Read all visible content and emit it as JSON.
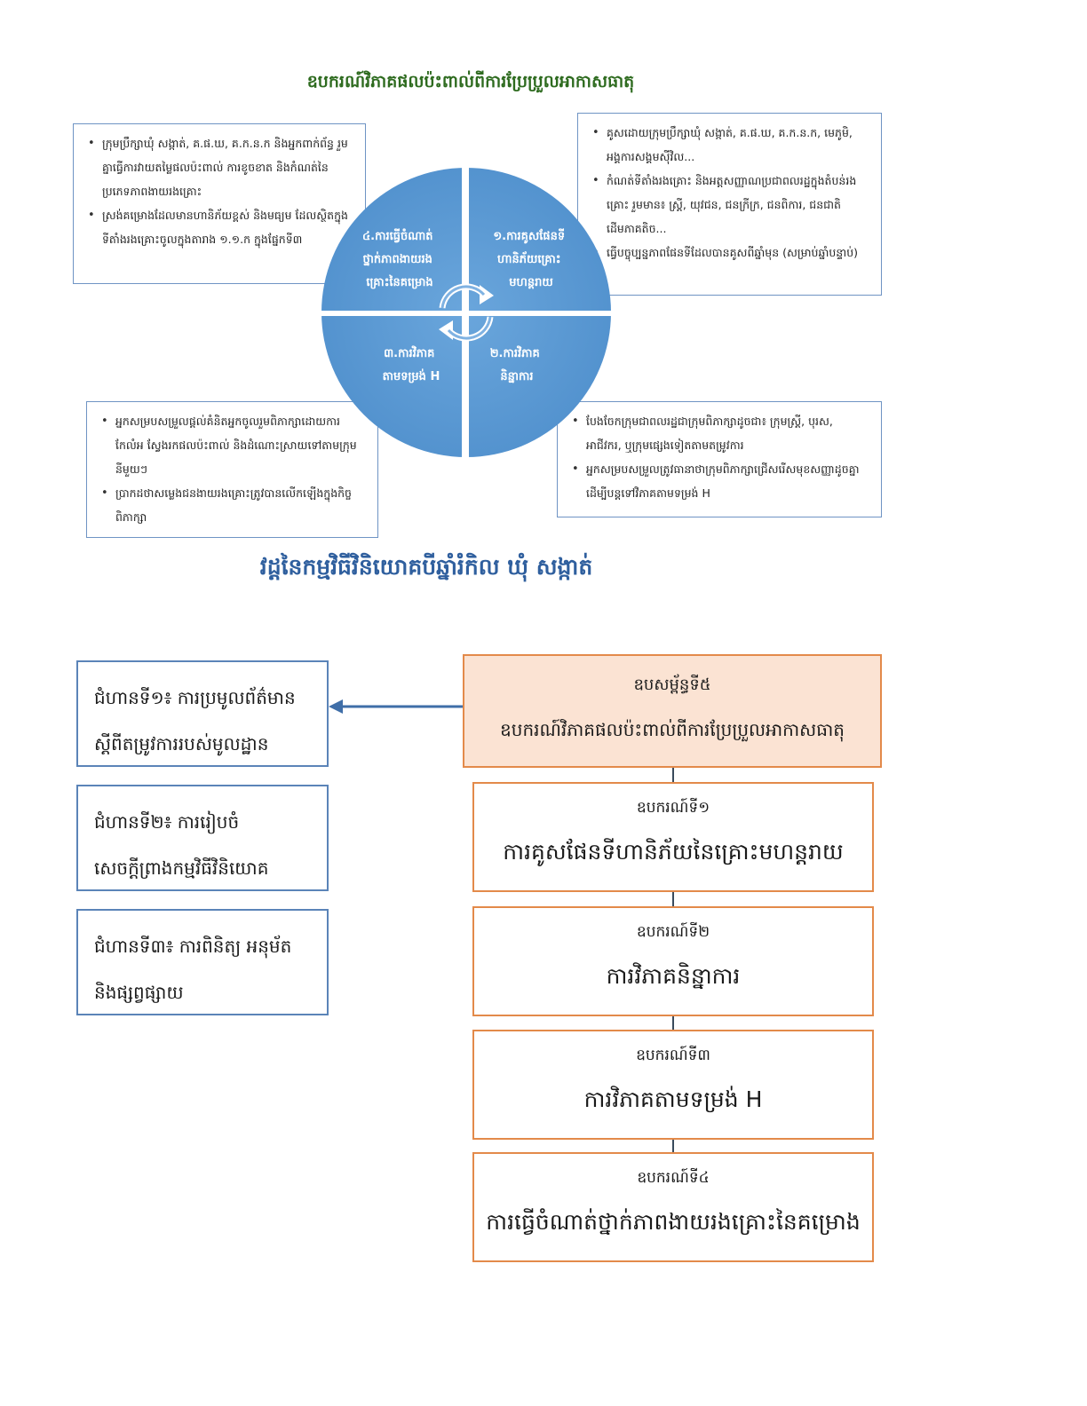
{
  "titles": {
    "cycle_title": "ឧបករណ៍វិភាគផលប៉ះពាល់ពីការប្រែប្រួលអាកាសធាតុ",
    "process_title": "វដ្តនៃកម្មវិធីវិនិយោគបីឆ្នាំរំកិល ឃុំ សង្កាត់"
  },
  "cycle": {
    "colors": {
      "fill": "#5b9bd5",
      "divider": "#ffffff"
    },
    "quadrants": [
      {
        "lines": [
          "៤.ការធ្វើចំណាត់",
          "ថ្នាក់ភាពងាយរង",
          "គ្រោះនៃគម្រោង"
        ]
      },
      {
        "lines": [
          "១.ការគូសផែនទី",
          "ហានិភ័យគ្រោះ",
          "មហន្តរាយ"
        ]
      },
      {
        "lines": [
          "៣.ការវិភាគ",
          "តាមទម្រង់ H"
        ]
      },
      {
        "lines": [
          "២.ការវិភាគ",
          "និន្នាការ"
        ]
      }
    ]
  },
  "notes": {
    "top_left": [
      "ក្រុមប្រឹក្សាឃុំ សង្កាត់, គ.ផ.ឃ, គ.ក.ន.ក និងអ្នកពាក់ព័ន្ធ រួមគ្នាធ្វើការវាយតម្លៃផលប៉ះពាល់ ការខូចខាត និងកំណត់នៃប្រភេទភាពងាយរងគ្រោះ",
      "ស្រង់គម្រោងដែលមានហានិភ័យខ្ពស់ និងមធ្យម ដែលស្ថិតក្នុងទីតាំងរងគ្រោះចូលក្នុងតារាង ១.១.ក ក្នុងផ្នែកទី៣"
    ],
    "top_right": [
      "គូសដោយក្រុមប្រឹក្សាឃុំ សង្កាត់, គ.ផ.ឃ, គ.ក.ន.ក, មេភូមិ, អង្គការសង្គមស៊ីវិល...",
      "កំណត់ទីតាំងរងគ្រោះ និងអត្តសញ្ញាណប្រជាពលរដ្ឋក្នុងតំបន់រងគ្រោះ រួមមាន៖ ស្ត្រី, យុវជន, ជនក្រីក្រ, ជនពិការ, ជនជាតិដើមភាគតិច...",
      "ធ្វើបច្ចុប្បន្នភាពផែនទីដែលបានគូសពីឆ្នាំមុន (សម្រាប់ឆ្នាំបន្ទាប់)"
    ],
    "bottom_left": [
      "អ្នកសម្របសម្រួលផ្តល់គំនិតអ្នកចូលរួមពិភាក្សាដោយការកែលំអ ស្វែងរកផលប៉ះពាល់ និងដំណោះស្រាយទៅតាមក្រុមនីមួយៗ",
      "ប្រាកដថាសម្លេងជនងាយរងគ្រោះត្រូវបានលើកឡើងក្នុងកិច្ចពិភាក្សា"
    ],
    "bottom_right": [
      "បែងចែកក្រុមជាពលរដ្ឋជាក្រុមពិភាក្សាដូចជា៖ ក្រុមស្ត្រី, បុរស, អាជីវករ, ឬក្រុមផ្សេងទៀតតាមតម្រូវការ",
      "អ្នកសម្របសម្រួលត្រូវធានាថាក្រុមពិភាក្សាជ្រើសរើសមុខសញ្ញាដូចគ្នា ដើម្បីបន្តទៅវិភាគតាមទម្រង់ H"
    ]
  },
  "stages": [
    {
      "line1": "ជំហានទី១៖ ការប្រមូលព័ត៌មាន",
      "line2": "ស្តីពីតម្រូវការរបស់មូលដ្ឋាន"
    },
    {
      "line1": "ជំហានទី២៖ ការរៀបចំ",
      "line2": "សេចក្តីព្រាងកម្មវិធីវិនិយោគ"
    },
    {
      "line1": "ជំហានទី៣៖ ការពិនិត្យ អនុម័ត",
      "line2": "និងផ្សព្វផ្សាយ"
    }
  ],
  "annex": {
    "label": "ឧបសម្ព័ន្ធទី៥",
    "title": "ឧបករណ៍វិភាគផលប៉ះពាល់ពីការប្រែប្រួលអាកាសធាតុ"
  },
  "tools": [
    {
      "label": "ឧបករណ៍ទី១",
      "title": "ការគូសផែនទីហានិភ័យនៃគ្រោះមហន្តរាយ"
    },
    {
      "label": "ឧបករណ៍ទី២",
      "title": "ការវិភាគនិន្នាការ"
    },
    {
      "label": "ឧបករណ៍ទី៣",
      "title": "ការវិភាគតាមទម្រង់ H"
    },
    {
      "label": "ឧបករណ៍ទី៤",
      "title": "ការធ្វើចំណាត់ថ្នាក់ភាពងាយរងគ្រោះនៃគម្រោង"
    }
  ],
  "colors": {
    "arrow": "#3f6ea8",
    "annex_bg": "#fbe3d3",
    "tool_border": "#e38a4a",
    "stage_border": "#5b84b8"
  }
}
